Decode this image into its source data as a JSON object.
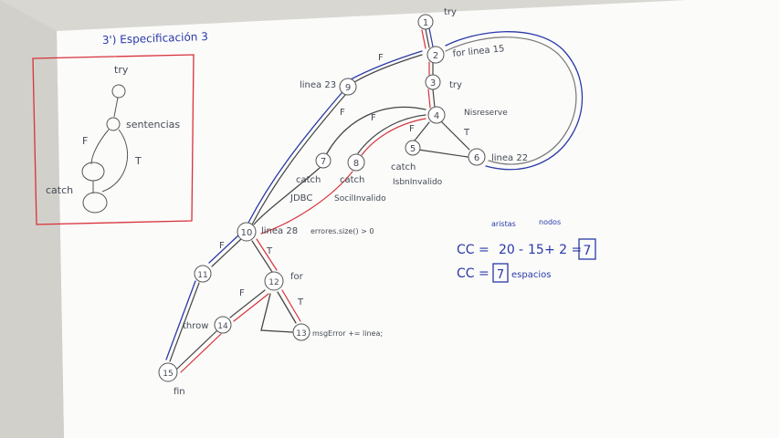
{
  "header": {
    "title": "3') Especificación 3"
  },
  "small_graph": {
    "labels": {
      "try": "try",
      "sentences": "sentencias",
      "catch": "catch"
    },
    "edges": {
      "false": "F",
      "true": "T"
    }
  },
  "main_graph": {
    "nodes": [
      "1",
      "2",
      "3",
      "4",
      "5",
      "6",
      "7",
      "8",
      "9",
      "10",
      "11",
      "12",
      "13",
      "14",
      "15"
    ],
    "annotations": {
      "try_top": "try",
      "for": "for linea 15",
      "try_mid": "try",
      "n9": "linea 23",
      "n4": "Nisreserve",
      "n6": "linea 22",
      "catch_jdbc_1": "catch",
      "catch_jdbc_2": "JDBC",
      "catch_sql_1": "catch",
      "catch_sql_2": "SocilInvalido",
      "catch_isbn_1": "catch",
      "catch_isbn_2": "IsbnInvalido",
      "n10": "linea 28",
      "n10_cond": "errores.size() > 0",
      "n12": "for",
      "n13": "msgError += linea;",
      "throw": "throw",
      "fin": "fin"
    },
    "edges": {
      "false": "F",
      "true": "T"
    }
  },
  "complexity": {
    "line1_prefix": "CC =",
    "line1_terms": [
      "20",
      "-",
      "15",
      "+ 2 ="
    ],
    "line1_result": "7",
    "line1_over": [
      "aristas",
      "nodos"
    ],
    "line2_prefix": "CC =",
    "line2_result": "7",
    "line2_suffix": "espacios"
  },
  "colors": {
    "pen": "#444a55",
    "blue": "#2a39a8",
    "red": "#d8323a",
    "paper": "#ffffff"
  }
}
